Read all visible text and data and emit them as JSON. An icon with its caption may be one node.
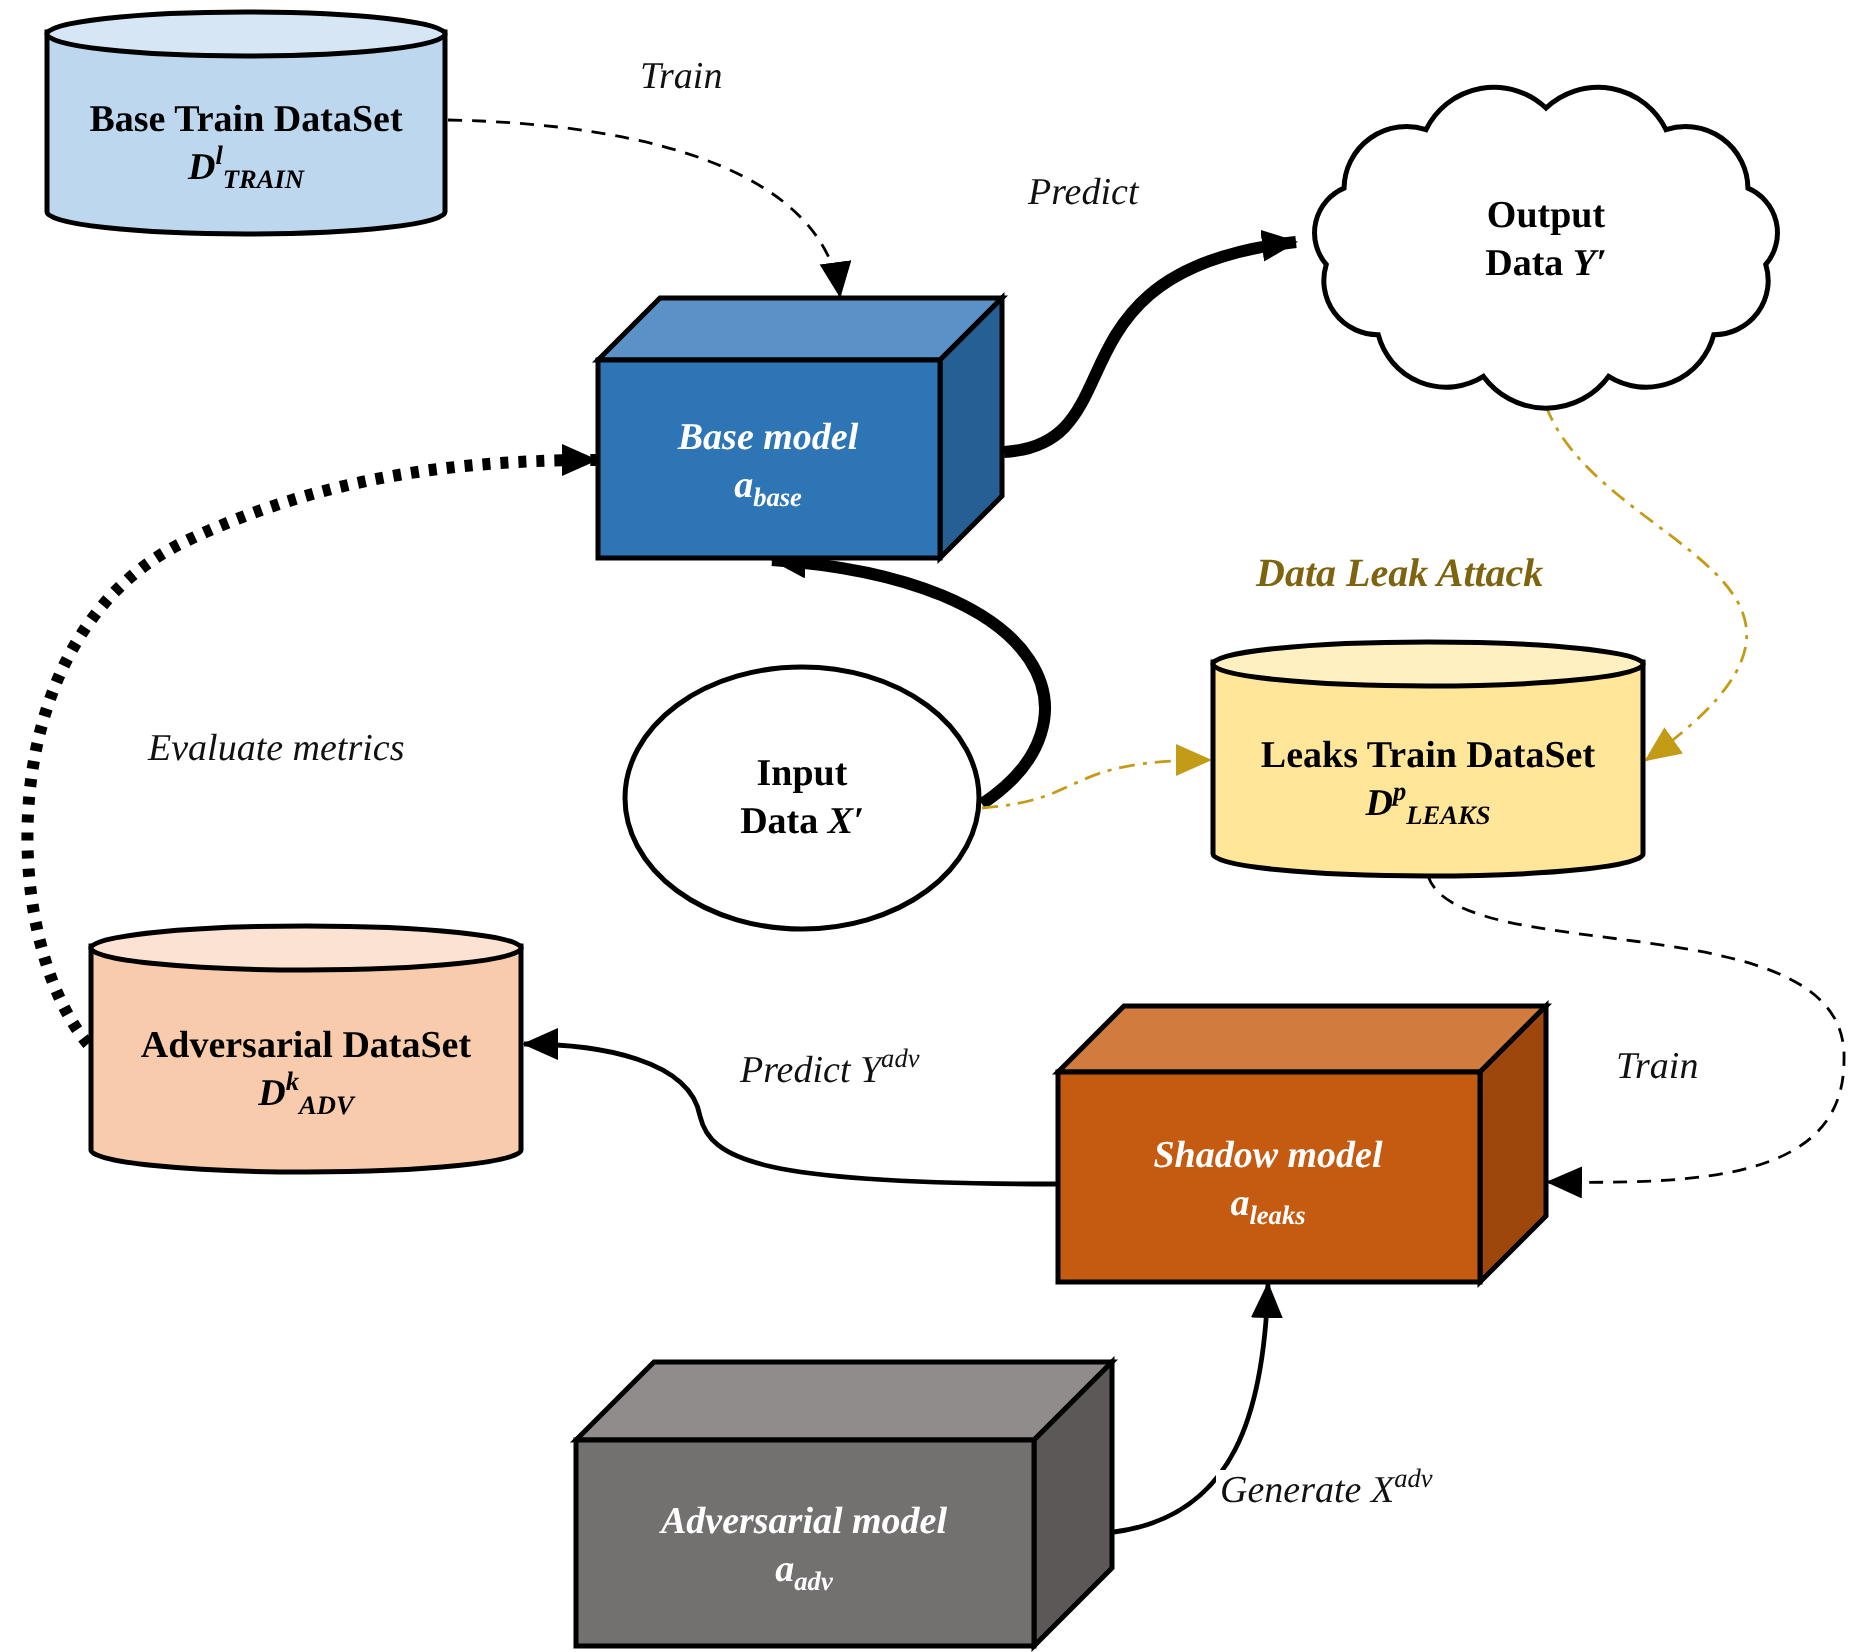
{
  "diagram": {
    "nodes": [
      {
        "text": [
          "Base Train DataSet *D*$^{l}$$_{TRAIN}$"
        ]
      },
      {
        "text": [
          "Output Data *Y′*"
        ]
      },
      {
        "text": [
          "Base model a$_{base}$"
        ]
      },
      {
        "text": [
          "Input Data *X′*"
        ]
      },
      {
        "text": [
          "Leaks Train DataSet *D*$^{p}$$_{LEAKS}$"
        ]
      },
      {
        "text": [
          "Adversarial DataSet *D*$^{k}$$_{ADV}$"
        ]
      },
      {
        "text": [
          "Shadow model a$_{leaks}$"
        ]
      },
      {
        "text": [
          "Adversarial model a$_{adv}$"
        ]
      }
    ],
    "edges": [
      {
        "from": 0,
        "to": 2,
        "arrow": "to",
        "label": "Train",
        "style": "dashed"
      },
      {
        "from": 2,
        "to": 1,
        "arrow": "to",
        "label": "Predict",
        "style": "thick"
      },
      {
        "from": 3,
        "to": 2,
        "arrow": "to",
        "style": "thick"
      },
      {
        "from": 3,
        "to": 4,
        "arrow": "to",
        "style": "dashed",
        "color": "#c39b17"
      },
      {
        "from": 1,
        "to": 4,
        "arrow": "to",
        "style": "dashed",
        "color": "#c39b17"
      },
      {
        "from": 4,
        "to": 6,
        "arrow": "to",
        "label": "Train",
        "style": "dashed"
      },
      {
        "from": 6,
        "to": 5,
        "arrow": "to",
        "label": "Predict Y$^{adv}$"
      },
      {
        "from": 7,
        "to": 6,
        "arrow": "to",
        "label": "Generate X$^{adv}$"
      },
      {
        "from": 5,
        "to": 2,
        "arrow": "to",
        "label": "Evaluate metrics",
        "style": "dashed"
      }
    ],
    "labels": [
      "Data Leak Attack"
    ]
  }
}
